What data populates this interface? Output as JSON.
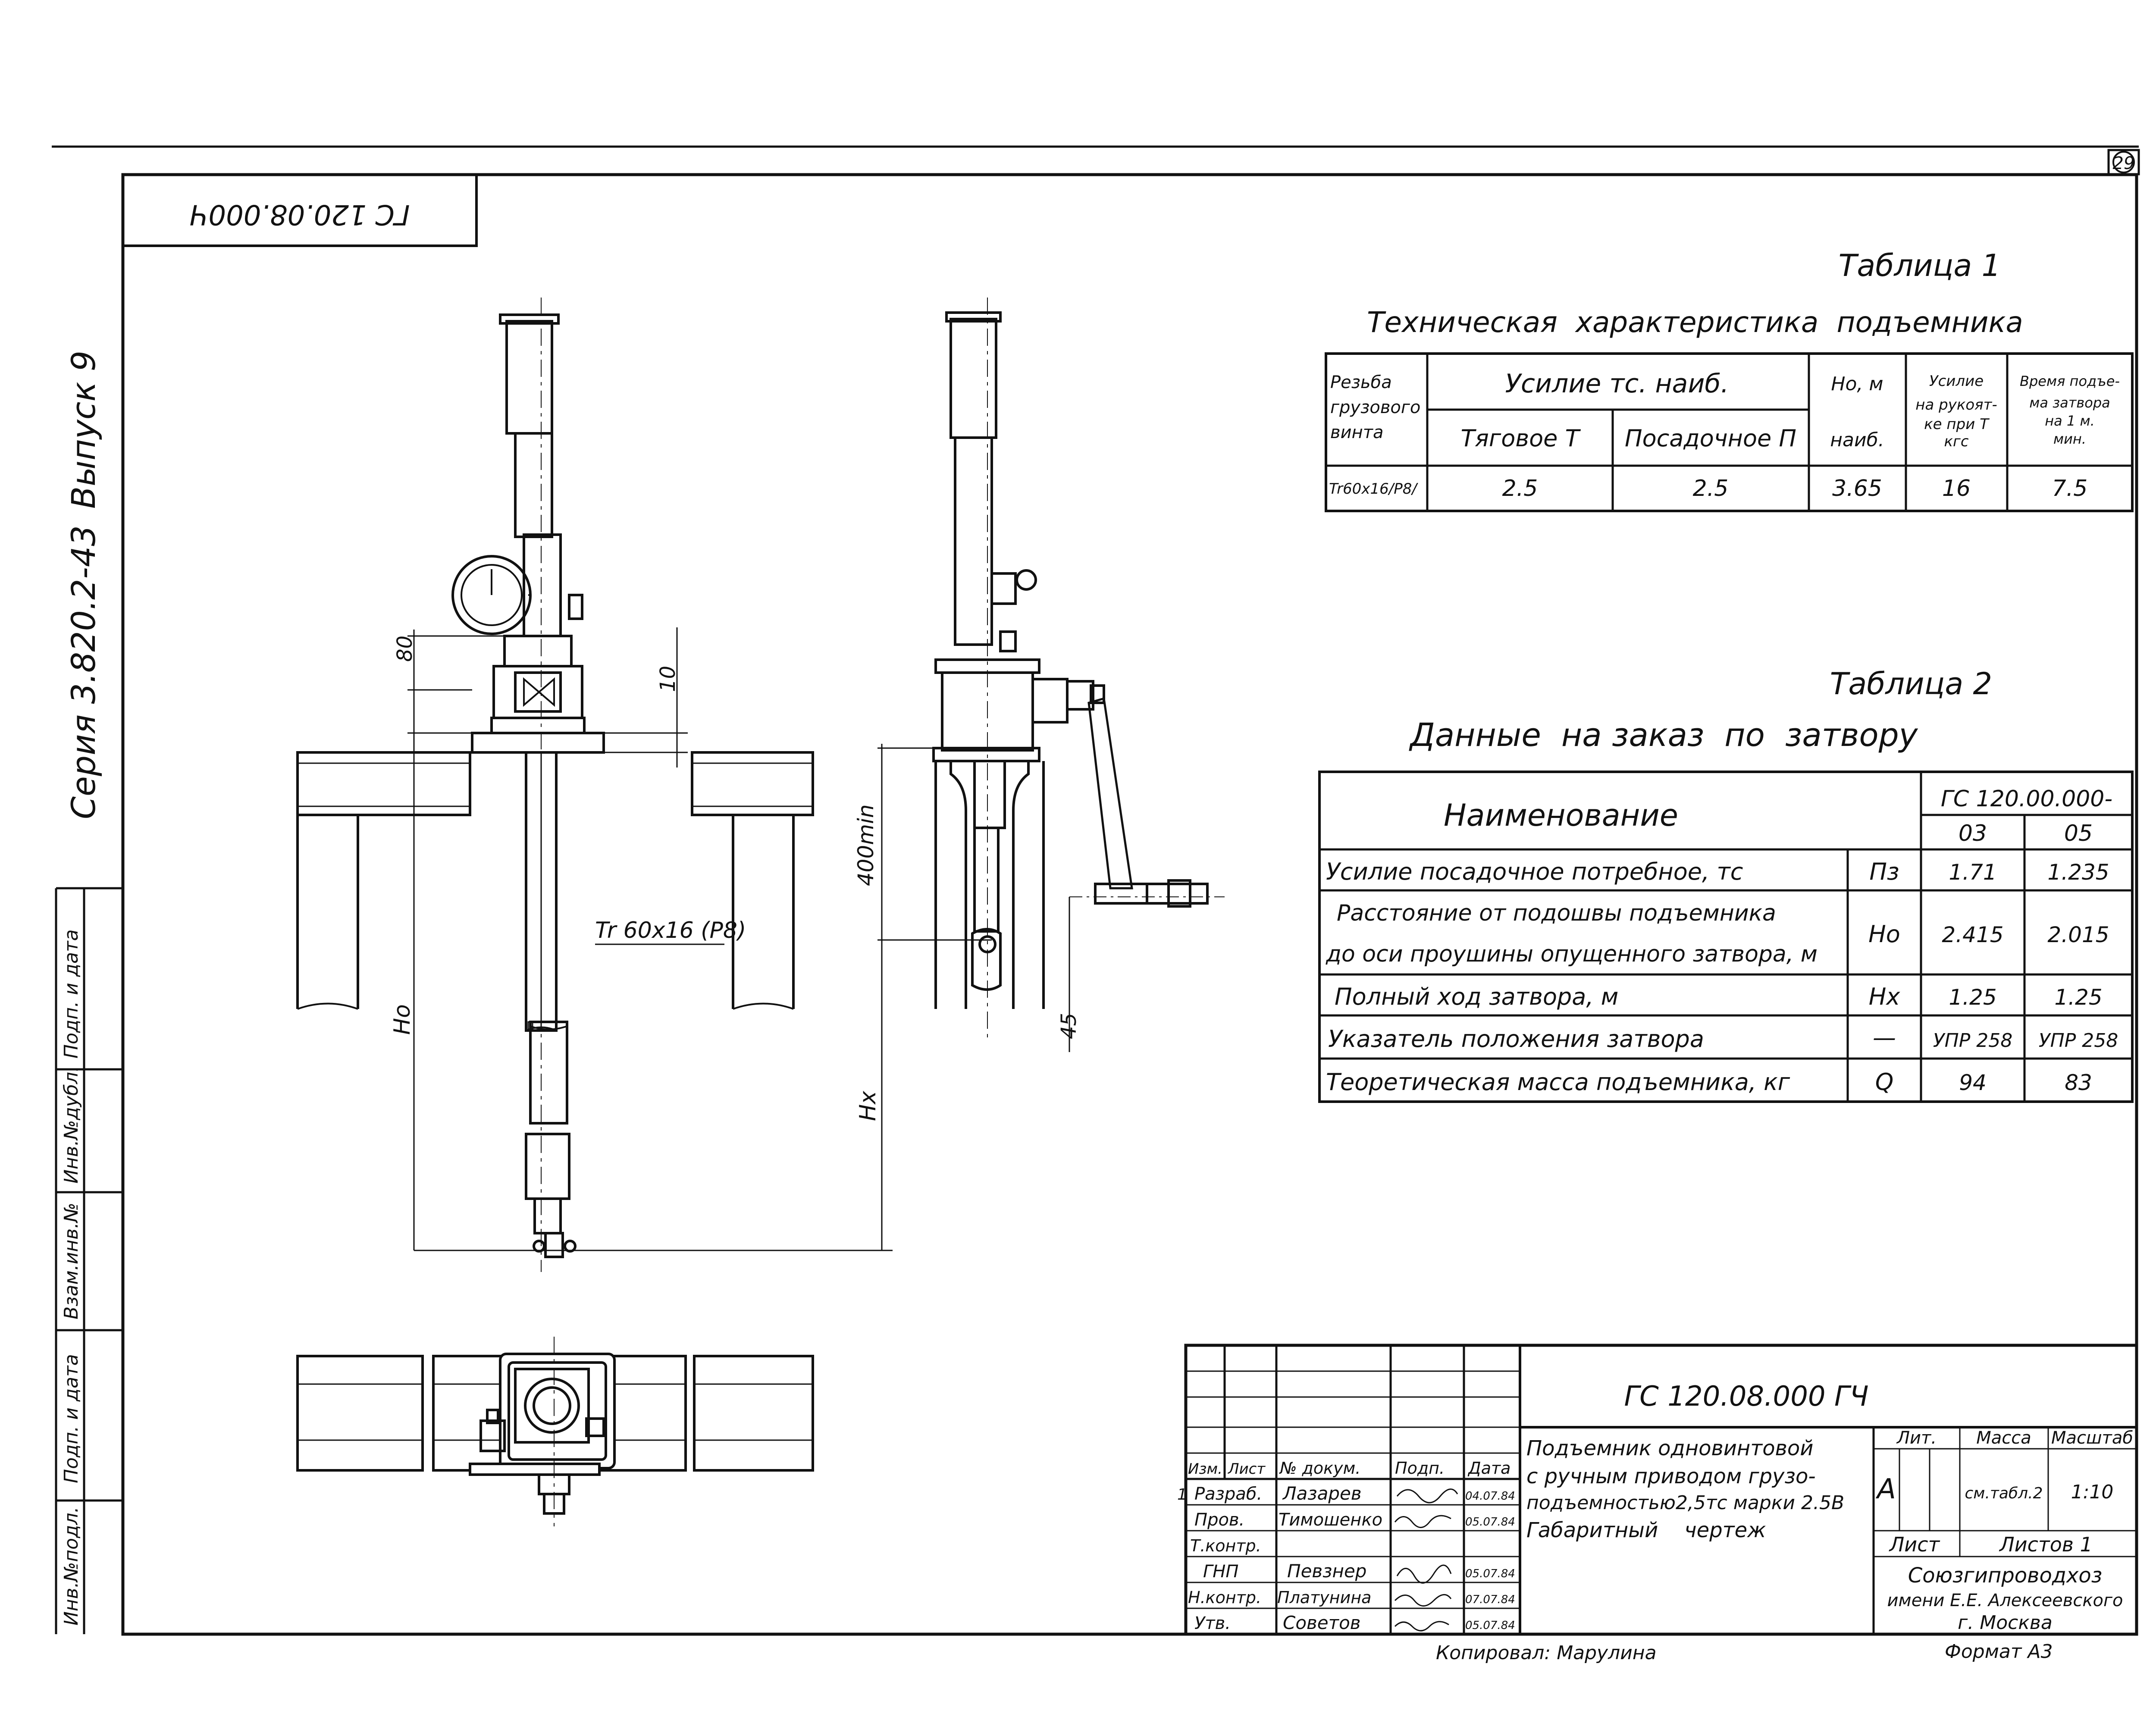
{
  "sheet_number": "29",
  "stamp_code_top": "ГС 120.08.000Ч",
  "side_labels": {
    "series": "Серия 3.820.2-43",
    "issue": "Выпуск 9",
    "margin_cells": [
      "Инв.№подл.",
      "Подп. и дата",
      "Взам.инв.№",
      "Инв.№дубл.",
      "Подп. и дата"
    ]
  },
  "table1": {
    "caption": "Таблица 1",
    "title": "Техническая  характеристика  подъемника",
    "headers": {
      "thread": "Резьба грузового винта",
      "force_group": "Усилие тс. наиб.",
      "traction": "Тяговое Т",
      "landing": "Посадочное П",
      "ho": "Но, м наиб.",
      "handle_force": "Усилие на рукоятке при Т кгс",
      "lift_time": "Время подъема затвора на 1 м. мин."
    },
    "row": {
      "thread": "Tr60x16/P8/",
      "traction": "2.5",
      "landing": "2.5",
      "ho": "3.65",
      "handle_force": "16",
      "lift_time": "7.5"
    }
  },
  "table2": {
    "caption": "Таблица 2",
    "title": "Данные  на заказ  по  затвору",
    "header_name": "Наименование",
    "header_code": "ГС 120.00.000-",
    "variants": [
      "03",
      "05"
    ],
    "rows": [
      {
        "name": "Усилие посадочное потребное, тс",
        "symbol": "Пз",
        "v03": "1.71",
        "v05": "1.235"
      },
      {
        "name": "Расстояние от подошвы подъемника до оси проушины опущенного затвора, м",
        "symbol": "Но",
        "v03": "2.415",
        "v05": "2.015"
      },
      {
        "name": "Полный ход затвора, м",
        "symbol": "Нх",
        "v03": "1.25",
        "v05": "1.25"
      },
      {
        "name": "Указатель положения затвора",
        "symbol": "—",
        "v03": "УПР 258",
        "v05": "УПР 258"
      },
      {
        "name": "Теоретическая масса подъемника, кг",
        "symbol": "Q",
        "v03": "94",
        "v05": "83"
      }
    ]
  },
  "drawing_labels": {
    "dim_80": "80",
    "dim_10": "10",
    "thread": "Tr 60x16 (P8)",
    "ho": "Но",
    "dim_400": "400min",
    "hx": "Нх",
    "dim_45": "45"
  },
  "title_block": {
    "code": "ГС 120.08.000 ГЧ",
    "description": "Подъемник одновинтовой с ручным приводом грузоподъемностью 2,5 тс марки 2.5В Габаритный чертеж",
    "description_lines": [
      "Подъемник одновинтовой",
      "с ручным приводом грузо-",
      "подъемностью2,5тс марки 2.5В",
      "Габаритный    чертеж"
    ],
    "col_headers": [
      "Изм.",
      "Лист",
      "№ докум.",
      "Подп.",
      "Дата"
    ],
    "rows": [
      {
        "role": "Разраб.",
        "name": "Лазарев",
        "date": "04.07.84"
      },
      {
        "role": "Пров.",
        "name": "Тимошенко",
        "date": "05.07.84"
      },
      {
        "role": "Т.контр.",
        "name": "",
        "date": ""
      },
      {
        "role": "ГНП",
        "name": "Певзнер",
        "date": "05.07.84"
      },
      {
        "role": "Н.контр.",
        "name": "Платунина",
        "date": "07.07.84"
      },
      {
        "role": "Утв.",
        "name": "Советов",
        "date": "05.07.84"
      }
    ],
    "change_mark": "1",
    "lit_header": "Лит.",
    "mass_header": "Масса",
    "scale_header": "Масштаб",
    "lit_value": "А",
    "mass_value": "см.табл.2",
    "scale_value": "1:10",
    "sheet_label": "Лист",
    "sheets_label": "Листов 1",
    "org_lines": [
      "Союзгипроводхоз",
      "имени Е.Е. Алексеевского",
      "г. Москва"
    ]
  },
  "footer": {
    "copied_by": "Копировал: Марулина",
    "format": "Формат А3"
  }
}
